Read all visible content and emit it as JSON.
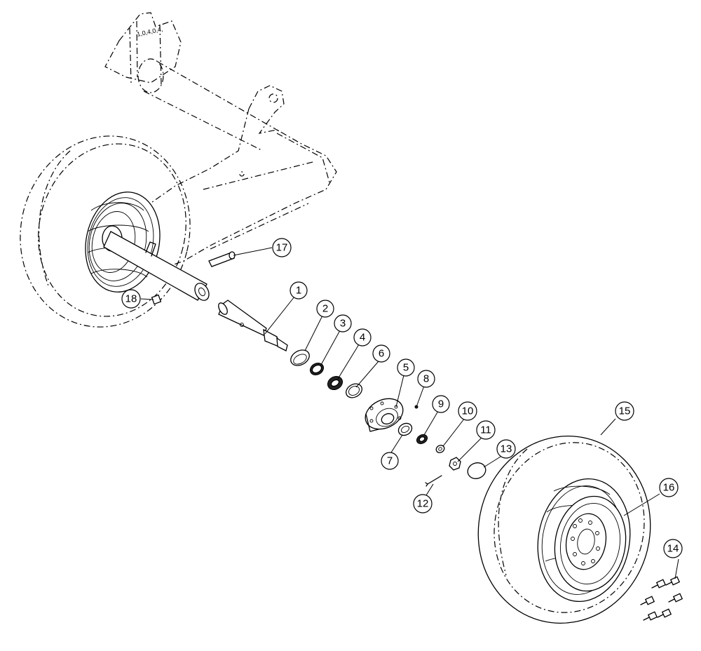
{
  "diagram": {
    "frame_stamp": "1,0,4,0,4,",
    "callouts": [
      {
        "id": "c1",
        "label": "1"
      },
      {
        "id": "c2",
        "label": "2"
      },
      {
        "id": "c3",
        "label": "3"
      },
      {
        "id": "c4",
        "label": "4"
      },
      {
        "id": "c5",
        "label": "5"
      },
      {
        "id": "c6",
        "label": "6"
      },
      {
        "id": "c7",
        "label": "7"
      },
      {
        "id": "c8",
        "label": "8"
      },
      {
        "id": "c9",
        "label": "9"
      },
      {
        "id": "c10",
        "label": "10"
      },
      {
        "id": "c11",
        "label": "11"
      },
      {
        "id": "c12",
        "label": "12"
      },
      {
        "id": "c13",
        "label": "13"
      },
      {
        "id": "c14",
        "label": "14"
      },
      {
        "id": "c15",
        "label": "15"
      },
      {
        "id": "c16",
        "label": "16"
      },
      {
        "id": "c17",
        "label": "17"
      },
      {
        "id": "c18",
        "label": "18"
      }
    ]
  }
}
